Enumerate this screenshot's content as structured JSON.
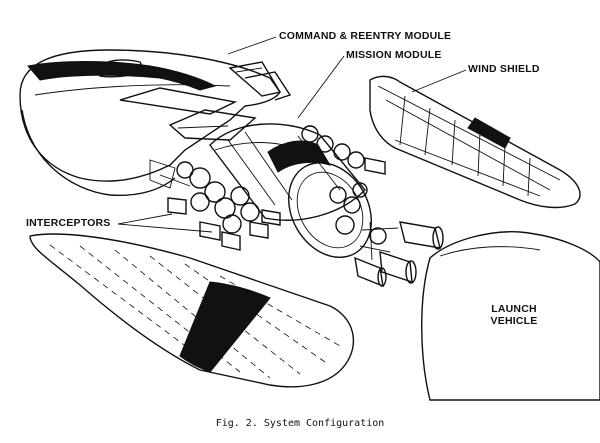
{
  "labels": {
    "command_module": "COMMAND & REENTRY MODULE",
    "mission_module": "MISSION MODULE",
    "wind_shield": "WIND SHIELD",
    "interceptors": "INTERCEPTORS",
    "launch_vehicle_line1": "LAUNCH",
    "launch_vehicle_line2": "VEHICLE"
  },
  "caption": "Fig. 2.  System Configuration",
  "colors": {
    "ink": "#111111",
    "paper": "#ffffff"
  }
}
